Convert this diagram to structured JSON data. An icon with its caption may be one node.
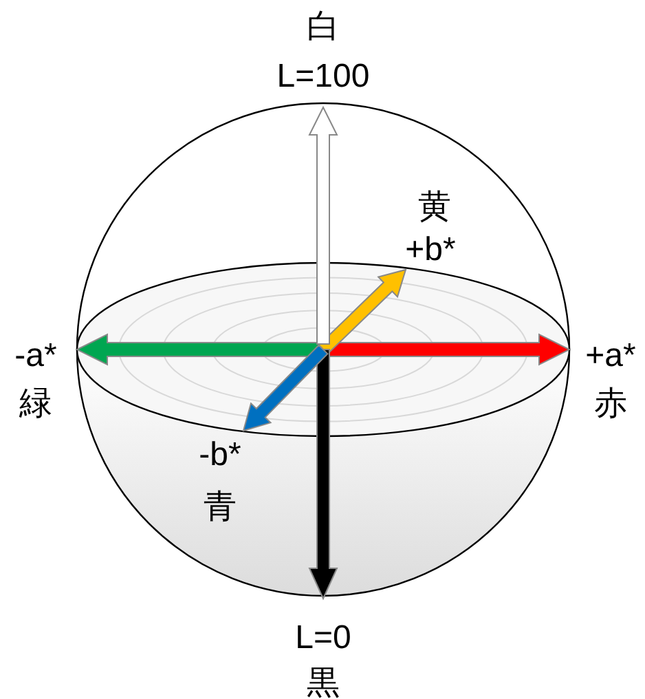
{
  "diagram": {
    "labels": [
      "白",
      "L=100",
      "黄",
      "+b*",
      "-a*",
      "+a*",
      "緑",
      "赤",
      "-b*",
      "青",
      "L=0",
      "黒"
    ]
  }
}
